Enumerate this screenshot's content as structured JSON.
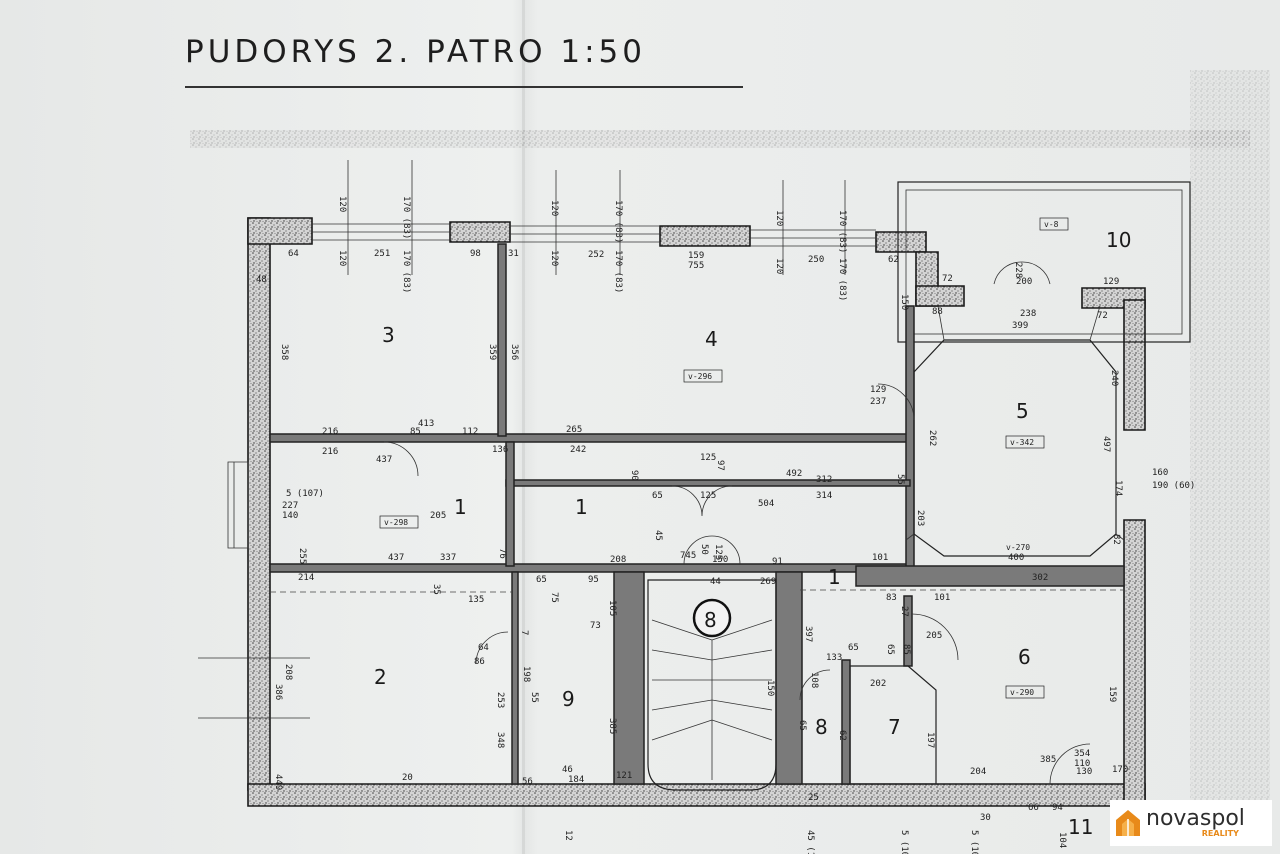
{
  "title": "PUDORYS 2. PATRO 1:50",
  "rooms": [
    {
      "id": "room-1",
      "label": "1"
    },
    {
      "id": "room-1b",
      "label": "1"
    },
    {
      "id": "room-1c",
      "label": "1"
    },
    {
      "id": "room-2",
      "label": "2"
    },
    {
      "id": "room-3",
      "label": "3"
    },
    {
      "id": "room-4",
      "label": "4"
    },
    {
      "id": "room-5",
      "label": "5"
    },
    {
      "id": "room-6",
      "label": "6"
    },
    {
      "id": "room-7",
      "label": "7"
    },
    {
      "id": "room-8",
      "label": "8"
    },
    {
      "id": "room-8-stair",
      "label": "8"
    },
    {
      "id": "room-9",
      "label": "9"
    },
    {
      "id": "room-10",
      "label": "10"
    },
    {
      "id": "room-11",
      "label": "11"
    }
  ],
  "height_tags": [
    "v-296",
    "v-298",
    "v-342",
    "v-270",
    "v-290",
    "v-8"
  ],
  "dimensions": [
    "120",
    "170 (83)",
    "120",
    "170 (83)",
    "120",
    "170 (83)",
    "120",
    "170 (83)",
    "120",
    "170 (83)",
    "120",
    "170 (83)",
    "64",
    "251",
    "98",
    "31",
    "252",
    "159",
    "755",
    "250",
    "62",
    "48",
    "358",
    "359",
    "356",
    "413",
    "216",
    "85",
    "112",
    "265",
    "242",
    "216",
    "437",
    "205",
    "136",
    "65",
    "90",
    "125",
    "125",
    "97",
    "492",
    "312",
    "55",
    "314",
    "504",
    "129",
    "237",
    "262",
    "150",
    "88",
    "399",
    "238",
    "72",
    "129",
    "72",
    "228",
    "200",
    "240",
    "497",
    "174",
    "160",
    "190 (60)",
    "82",
    "203",
    "400",
    "302",
    "101",
    "83",
    "27",
    "101",
    "65",
    "85",
    "205",
    "45",
    "745",
    "150",
    "91",
    "50",
    "125",
    "76",
    "437",
    "337",
    "208",
    "214",
    "35",
    "135",
    "65",
    "95",
    "105",
    "75",
    "73",
    "64",
    "86",
    "208",
    "386",
    "253",
    "348",
    "198",
    "55",
    "385",
    "269",
    "44",
    "150",
    "397",
    "133",
    "65",
    "202",
    "108",
    "65",
    "62",
    "197",
    "159",
    "385",
    "354",
    "110",
    "204",
    "130",
    "170",
    "20",
    "449",
    "56",
    "46",
    "184",
    "121",
    "7",
    "25",
    "66",
    "94",
    "104",
    "12",
    "45 (107)",
    "5 (107)",
    "5 (108)",
    "5 (107)",
    "227",
    "140",
    "255",
    "30"
  ],
  "logo": {
    "name": "novaspol",
    "sub": "REALITY",
    "accent": "#e88a1a"
  }
}
